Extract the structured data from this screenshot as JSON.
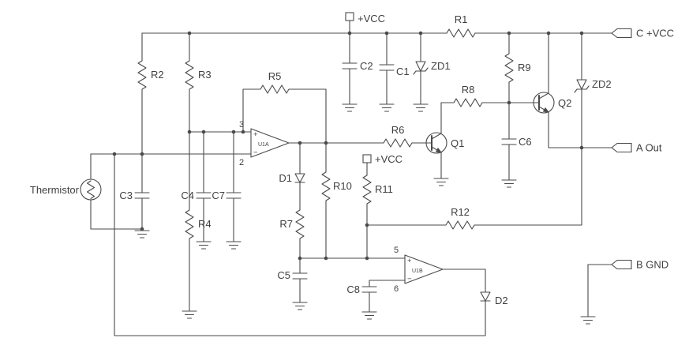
{
  "schematic": {
    "colors": {
      "wire": "#4a4a4a",
      "text": "#3f3f3f",
      "background": "#ffffff"
    },
    "power": {
      "vcc_top": "+VCC",
      "vcc_mid": "+VCC"
    },
    "ports": {
      "c_vcc": "C +VCC",
      "a_out": "A Out",
      "b_gnd": "B GND"
    },
    "components": {
      "thermistor": "Thermistor",
      "r1": "R1",
      "r2": "R2",
      "r3": "R3",
      "r4": "R4",
      "r5": "R5",
      "r6": "R6",
      "r7": "R7",
      "r8": "R8",
      "r9": "R9",
      "r10": "R10",
      "r11": "R11",
      "r12": "R12",
      "c1": "C1",
      "c2": "C2",
      "c3": "C3",
      "c4": "C4",
      "c5": "C5",
      "c6": "C6",
      "c7": "C7",
      "c8": "C8",
      "d1": "D1",
      "d2": "D2",
      "zd1": "ZD1",
      "zd2": "ZD2",
      "q1": "Q1",
      "q2": "Q2",
      "u1a": "U1A",
      "u1b": "U1B"
    },
    "opamp_pins": {
      "u1a_top": "3",
      "u1a_bottom": "2",
      "u1b_top": "5",
      "u1b_bottom": "6"
    },
    "opamp_signs": {
      "plus": "+",
      "minus": "−"
    }
  }
}
